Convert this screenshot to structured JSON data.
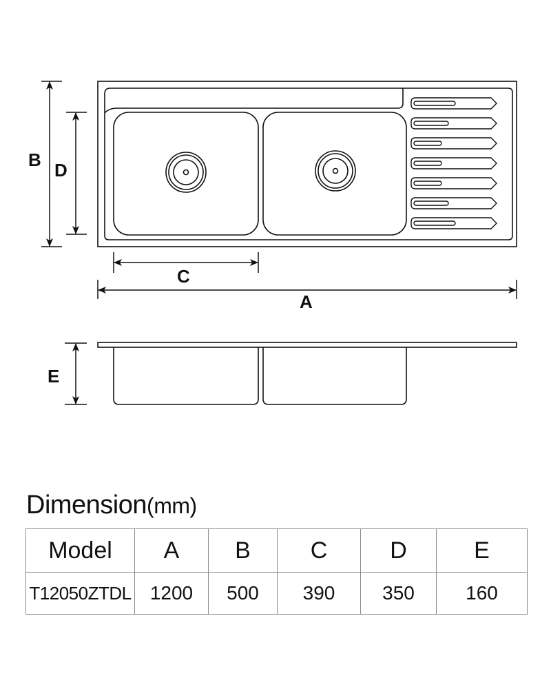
{
  "labels": {
    "A": "A",
    "B": "B",
    "C": "C",
    "D": "D",
    "E": "E"
  },
  "title": {
    "text": "Dimension",
    "unit": "(mm)"
  },
  "table": {
    "headers": [
      "Model",
      "A",
      "B",
      "C",
      "D",
      "E"
    ],
    "row": [
      "T12050ZTDL",
      "1200",
      "500",
      "390",
      "350",
      "160"
    ]
  }
}
